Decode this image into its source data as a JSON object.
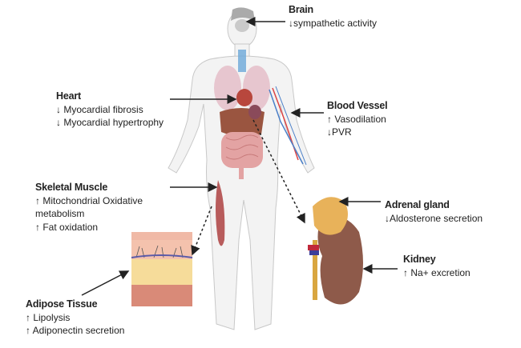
{
  "labels": {
    "brain": {
      "title": "Brain",
      "lines": [
        "↓sympathetic activity"
      ]
    },
    "heart": {
      "title": "Heart",
      "lines": [
        "↓ Myocardial fibrosis",
        "↓ Myocardial  hypertrophy"
      ]
    },
    "blood_vessel": {
      "title": "Blood Vessel",
      "lines": [
        "↑ Vasodilation",
        "↓PVR"
      ]
    },
    "skeletal_muscle": {
      "title": "Skeletal Muscle",
      "lines": [
        "↑ Mitochondrial Oxidative",
        "metabolism",
        "↑ Fat oxidation"
      ]
    },
    "adrenal": {
      "title": "Adrenal gland",
      "lines": [
        "↓Aldosterone secretion"
      ]
    },
    "kidney": {
      "title": "Kidney",
      "lines": [
        "↑ Na+  excretion"
      ]
    },
    "adipose": {
      "title": "Adipose Tissue",
      "lines": [
        "↑ Lipolysis",
        "↑ Adiponectin secretion"
      ]
    }
  },
  "colors": {
    "skin": "#f4f4f4",
    "organ": "#d98b8b",
    "kidney": "#8e5a4a",
    "adrenal": "#e8b25a",
    "arrow": "#222222"
  }
}
